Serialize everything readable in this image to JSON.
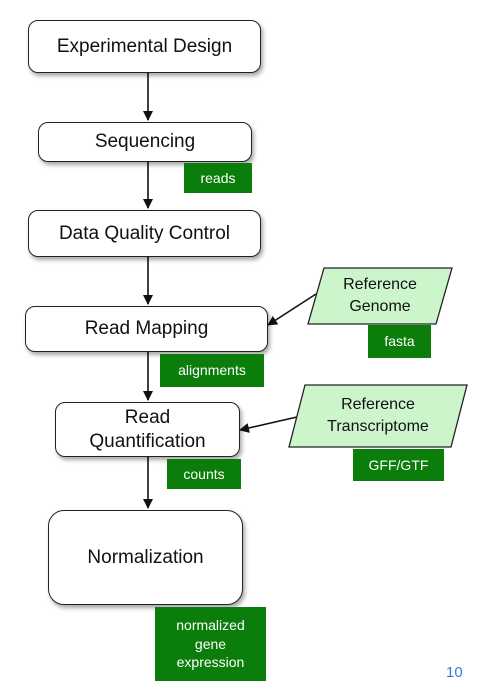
{
  "steps": [
    {
      "label": "Experimental Design"
    },
    {
      "label": "Sequencing"
    },
    {
      "label": "Data Quality Control"
    },
    {
      "label": "Read Mapping"
    },
    {
      "label_line1": "Read",
      "label_line2": "Quantification"
    },
    {
      "label": "Normalization"
    }
  ],
  "outputs": {
    "reads": "reads",
    "alignments": "alignments",
    "counts": "counts",
    "normalized": {
      "line1": "normalized",
      "line2": "gene",
      "line3": "expression"
    }
  },
  "references": {
    "genome": {
      "line1": "Reference",
      "line2": "Genome",
      "format": "fasta"
    },
    "transcriptome": {
      "line1": "Reference",
      "line2": "Transcriptome",
      "format": "GFF/GTF"
    }
  },
  "page_number": "10",
  "colors": {
    "output_tag": "#0a7d0a",
    "reference_fill": "#ccf5cc",
    "page_number": "#3a7bd5"
  }
}
